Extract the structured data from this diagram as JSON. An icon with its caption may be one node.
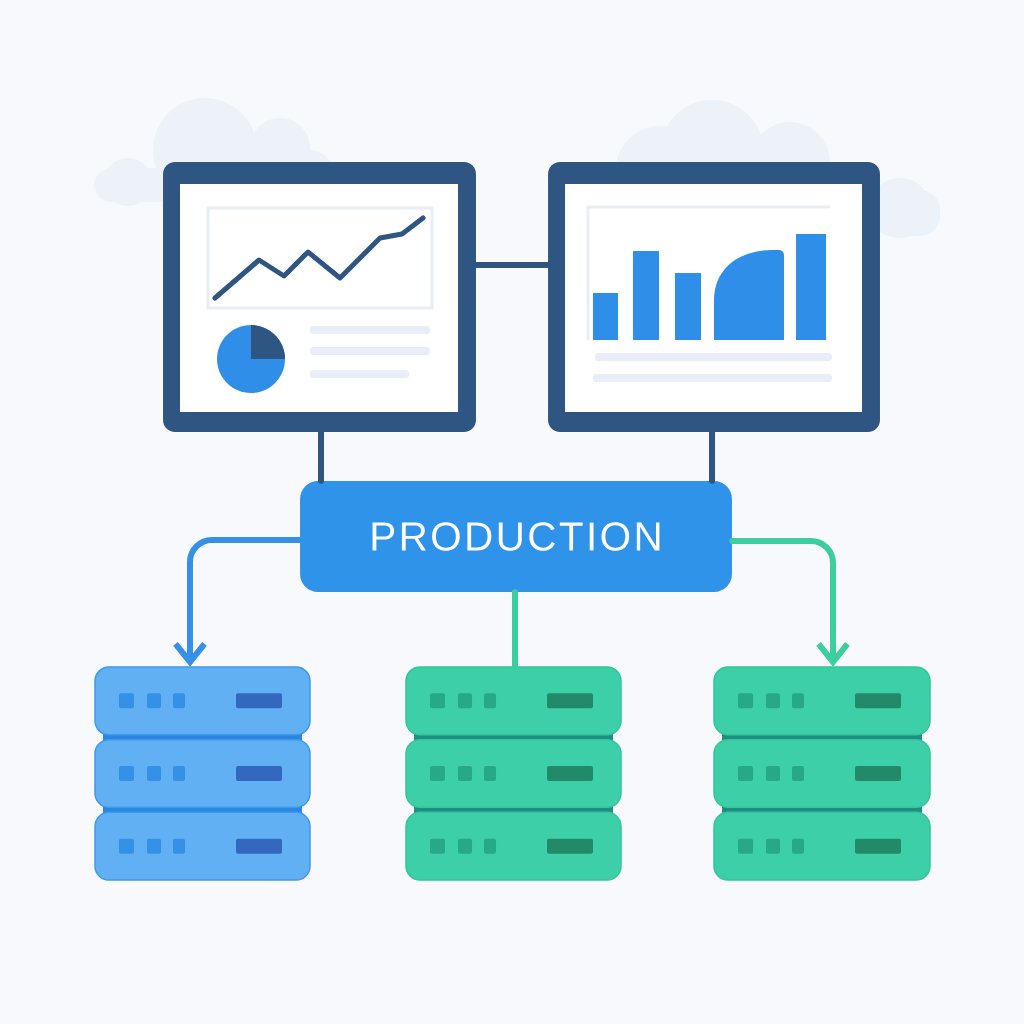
{
  "diagram": {
    "nodes": [
      {
        "text": [],
        "shape": "monitor"
      },
      {
        "text": [],
        "shape": "monitor"
      },
      {
        "text": [
          "PRODUCTION"
        ]
      },
      {
        "text": [],
        "shape": "server"
      },
      {
        "text": [],
        "shape": "server"
      },
      {
        "text": [],
        "shape": "server"
      }
    ],
    "edges": [
      {
        "from": 0,
        "to": 1,
        "arrow": "none"
      },
      {
        "from": 0,
        "to": 2,
        "arrow": "none"
      },
      {
        "from": 1,
        "to": 2,
        "arrow": "none"
      },
      {
        "from": 2,
        "to": 3,
        "arrow": "to",
        "color": "#3590e6"
      },
      {
        "from": 2,
        "to": 4,
        "arrow": "none",
        "color": "#3ccf9e"
      },
      {
        "from": 2,
        "to": 5,
        "arrow": "to",
        "color": "#3ccf9e"
      }
    ]
  }
}
